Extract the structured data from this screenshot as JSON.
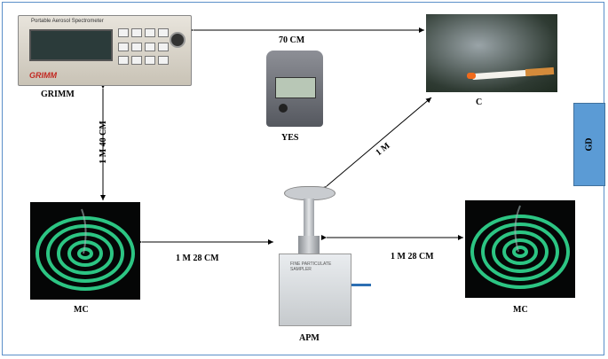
{
  "diagram": {
    "devices": {
      "grimm": {
        "label": "GRIMM",
        "device_text": "Portable Aerosol Spectrometer",
        "logo_text": "GRIMM"
      },
      "yes": {
        "label": "YES"
      },
      "cigarette": {
        "label": "C"
      },
      "coil_left": {
        "label": "MC"
      },
      "coil_right": {
        "label": "MC"
      },
      "apm": {
        "label": "APM",
        "device_text": "FINE PARTICULATE SAMPLER"
      }
    },
    "distances": {
      "grimm_to_c": "70 CM",
      "grimm_to_mc": "1 M 40 CM",
      "apm_to_c": "1 M",
      "mc_left_to_apm": "1 M 28 CM",
      "apm_to_mc_right": "1 M 28 CM"
    },
    "side_tab": {
      "label": "GD",
      "color": "#5b9bd5"
    }
  }
}
